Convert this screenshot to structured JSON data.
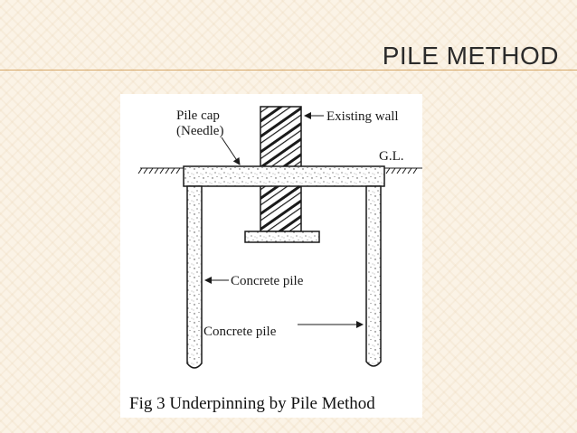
{
  "slide": {
    "title": "PILE METHOD"
  },
  "figure": {
    "labels": {
      "pile_cap_line1": "Pile cap",
      "pile_cap_line2": "(Needle)",
      "existing_wall": "Existing wall",
      "ground_level": "G.L.",
      "concrete_pile_left": "Concrete pile",
      "concrete_pile_right": "Concrete pile"
    },
    "caption": "Fig 3 Underpinning by Pile Method"
  },
  "colors": {
    "slide_background": "#fbf3e6",
    "title_rule": "#d7a96a",
    "ink": "#1a1a1a"
  }
}
